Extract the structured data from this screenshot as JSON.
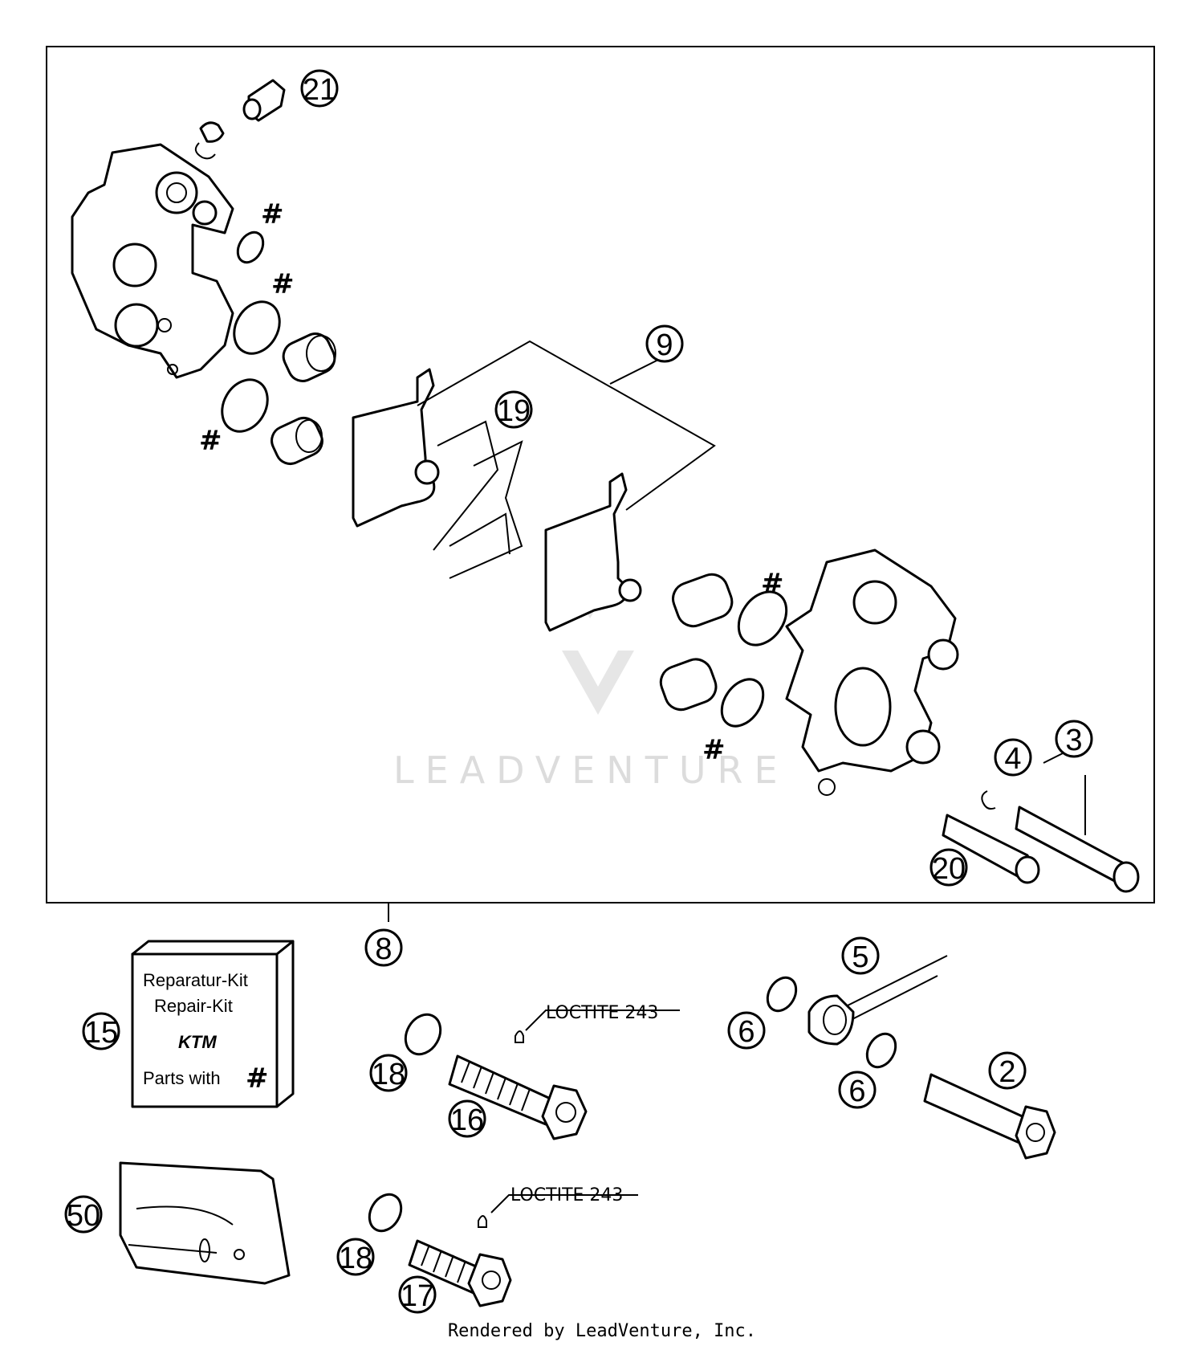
{
  "callouts": {
    "c21": "21",
    "c9": "9",
    "c19": "19",
    "c4": "4",
    "c3": "3",
    "c20": "20",
    "c8": "8",
    "c15": "15",
    "c18a": "18",
    "c16": "16",
    "c5": "5",
    "c6a": "6",
    "c6b": "6",
    "c2": "2",
    "c50": "50",
    "c18b": "18",
    "c17": "17"
  },
  "hash_marks": {
    "h1": "#",
    "h2": "#",
    "h3": "#",
    "h4": "#",
    "h5": "#"
  },
  "notes": {
    "loctite_1": "LOCTITE 243",
    "loctite_2": "LOCTITE 243"
  },
  "kit_box": {
    "line1": "Reparatur-Kit",
    "line2": "Repair-Kit",
    "brand": "KTM",
    "line3": "Parts with",
    "hash": "#"
  },
  "watermark": "LEADVENTURE",
  "footer": "Rendered by LeadVenture, Inc.",
  "colors": {
    "line": "#000000",
    "background": "#ffffff",
    "watermark": "#dcdcdc"
  }
}
